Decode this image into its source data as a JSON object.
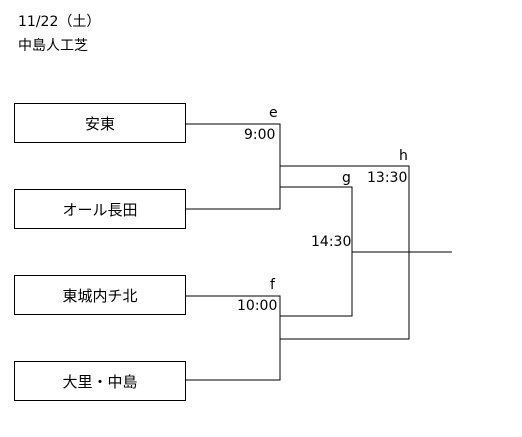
{
  "header": {
    "date": "11/22（土）",
    "venue": "中島人工芝"
  },
  "teams": [
    {
      "name": "安東"
    },
    {
      "name": "オール長田"
    },
    {
      "name": "東城内チ北"
    },
    {
      "name": "大里・中島"
    }
  ],
  "matches": {
    "e": {
      "id": "e",
      "time": "9:00"
    },
    "f": {
      "id": "f",
      "time": "10:00"
    },
    "g": {
      "id": "g",
      "time": "14:30"
    },
    "h": {
      "id": "h",
      "time": "13:30"
    }
  }
}
